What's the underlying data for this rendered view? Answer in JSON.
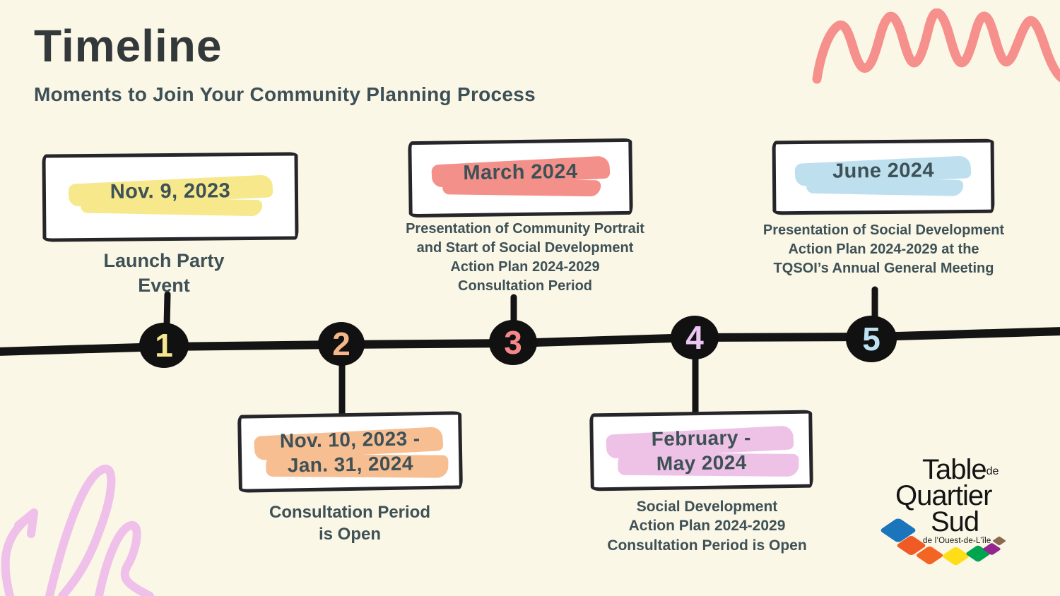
{
  "slide": {
    "title": "Timeline",
    "subtitle": "Moments to Join Your Community Planning Process"
  },
  "milestones": [
    {
      "number": "1",
      "number_color": "#F5E78F",
      "highlight_color": "#F6E88B",
      "date": "Nov. 9, 2023",
      "description": "Launch Party\nEvent",
      "label_position": "above"
    },
    {
      "number": "2",
      "number_color": "#F7B688",
      "highlight_color": "#F7BE92",
      "date": "Nov. 10, 2023 -\nJan. 31, 2024",
      "description": "Consultation Period\nis Open",
      "label_position": "below"
    },
    {
      "number": "3",
      "number_color": "#F8878C",
      "highlight_color": "#F4908A",
      "date": "March 2024",
      "description": "Presentation of Community Portrait\nand Start of Social Development\nAction Plan 2024-2029\nConsultation Period",
      "label_position": "above"
    },
    {
      "number": "4",
      "number_color": "#ECC6F2",
      "highlight_color": "#EEC2E6",
      "date": "February -\nMay 2024",
      "description": "Social Development\nAction Plan 2024-2029\nConsultation Period is Open",
      "label_position": "below"
    },
    {
      "number": "5",
      "number_color": "#BFE2F2",
      "highlight_color": "#BEE0EE",
      "date": "June 2024",
      "description": "Presentation of Social Development\nAction Plan 2024-2029 at the\nTQSOI’s Annual General Meeting",
      "label_position": "above"
    }
  ],
  "logo": {
    "word1": "Table",
    "word1_suffix": "de",
    "word2": "Quartier",
    "word3": "Sud",
    "tagline": "de l’Ouest-de-L’île",
    "diamond_colors": [
      "#1B75BC",
      "#F15A24",
      "#F26522",
      "#FFDE17",
      "#00A550",
      "#93278F",
      "#8C6A4F"
    ]
  },
  "colors": {
    "background": "#FBF7E7",
    "title_text": "#33383A",
    "body_text": "#3E5156",
    "timeline": "#141414",
    "zigzag": "#F5908C",
    "squiggle": "#EFC0EA"
  }
}
